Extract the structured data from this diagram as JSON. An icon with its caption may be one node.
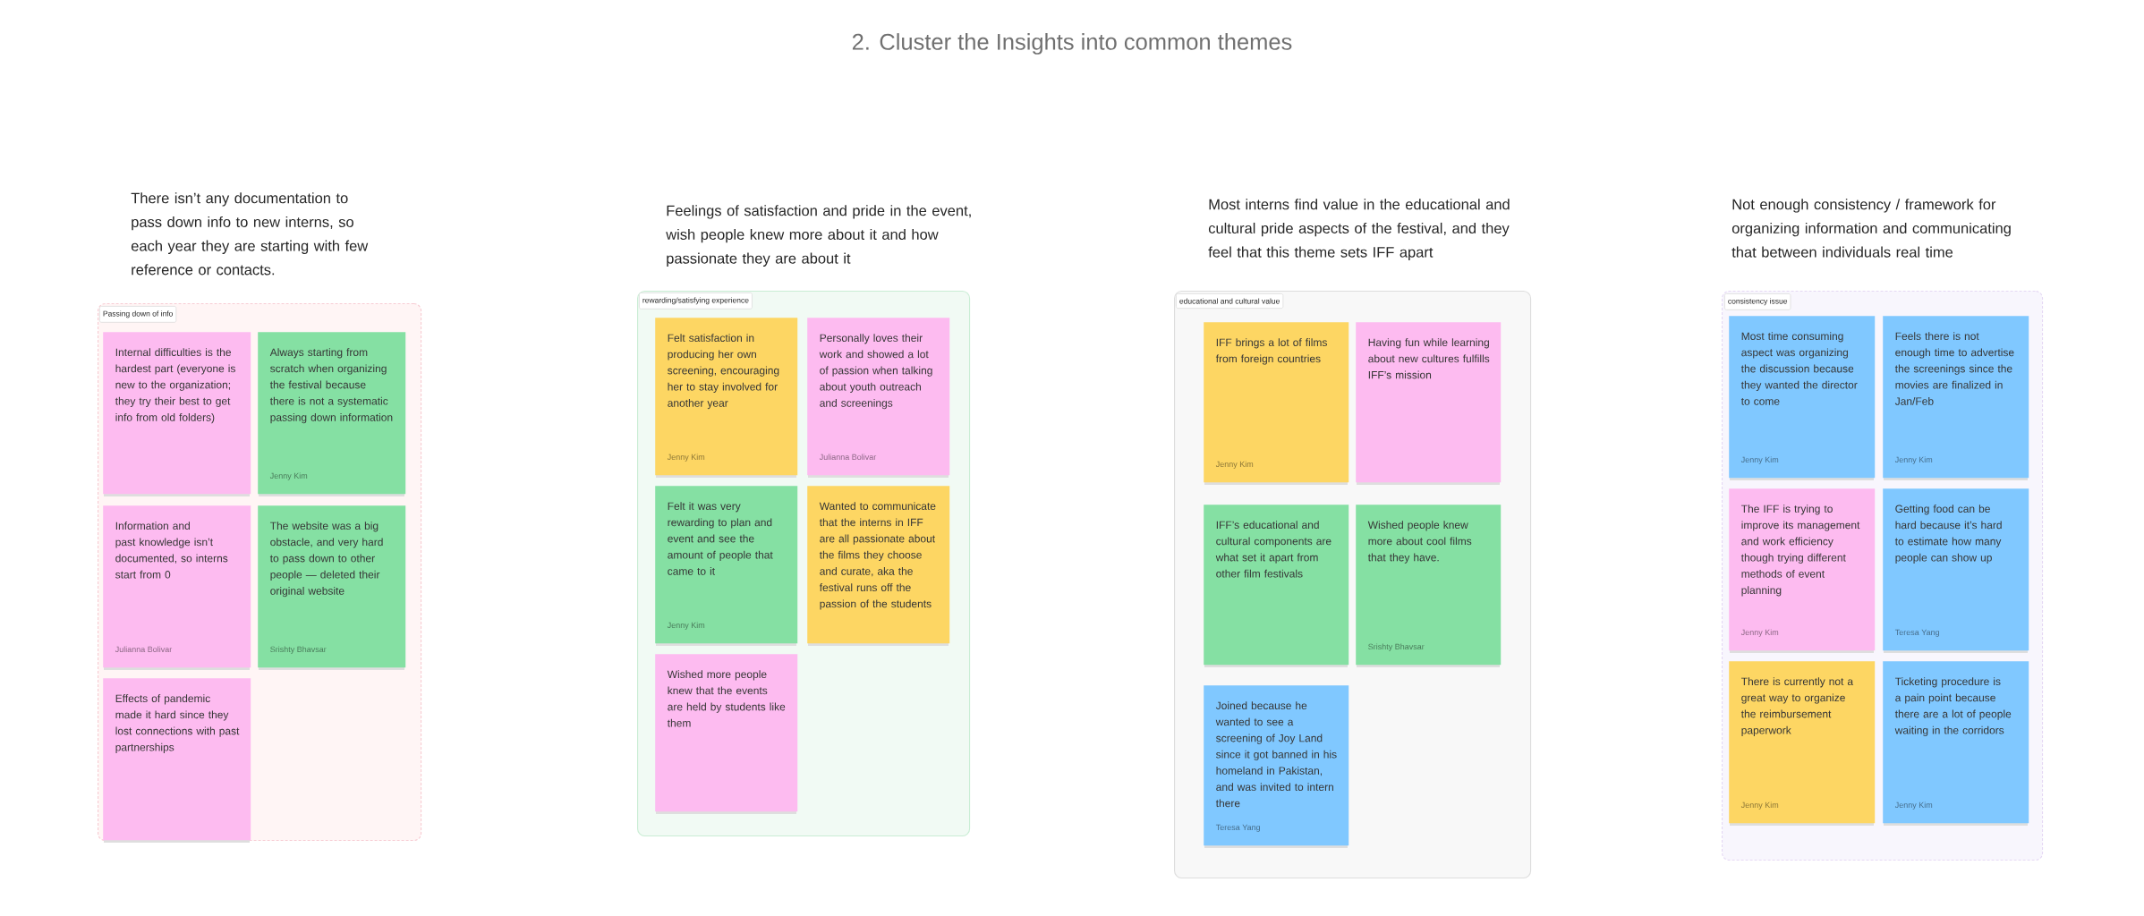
{
  "diagram": {
    "title": "2. Cluster the Insights into common themes",
    "nodes": [
      {
        "text": [
          "There isn’t any documentation to pass down info to new interns, so each year they are starting with few reference or contacts."
        ]
      },
      {
        "text": [
          "Passing down of info"
        ],
        "in": 0
      },
      {
        "text": [
          "Internal difficulties is the hardest part (everyone is new to the organization; they try their best to get info from old folders)"
        ],
        "in": 0
      },
      {
        "text": [
          "Always starting from scratch when organizing the festival because there is not a systematic passing down information",
          "Jenny Kim"
        ],
        "in": 0
      },
      {
        "text": [
          "Information and past knowledge isn’t documented, so interns start from 0",
          "Julianna Bolivar"
        ],
        "in": 0
      },
      {
        "text": [
          "The website was a big obstacle, and very hard to pass down to other people — deleted their original website",
          "Srishty Bhavsar"
        ],
        "in": 0
      },
      {
        "text": [
          "Effects of pandemic made it hard since they lost connections with past partnerships"
        ],
        "in": 0
      },
      {
        "text": [
          "Feelings of satisfaction and pride in the event, wish people knew more about it and how passionate they are about it"
        ]
      },
      {
        "text": [
          "rewarding/satisfying experience"
        ],
        "in": 7
      },
      {
        "text": [
          "Felt satisfaction in producing her own screening, encouraging her to stay involved for another year",
          "Jenny Kim"
        ],
        "in": 7
      },
      {
        "text": [
          "Personally loves their work and showed a lot of passion when talking about youth outreach and screenings",
          "Julianna Bolivar"
        ],
        "in": 7
      },
      {
        "text": [
          "Felt it was very rewarding to plan and event and see the amount of people that came to it",
          "Jenny Kim"
        ],
        "in": 7
      },
      {
        "text": [
          "Wanted to communicate that the interns in IFF are all passionate about the films they choose and curate, aka the festival runs off the passion of the students"
        ],
        "in": 7
      },
      {
        "text": [
          "Wished more people knew that the events are held by students like them"
        ],
        "in": 7
      },
      {
        "text": [
          "Most interns find value in the educational and cultural pride aspects of the festival, and they feel that this theme sets IFF apart"
        ]
      },
      {
        "text": [
          "educational and cultural value"
        ],
        "in": 14
      },
      {
        "text": [
          "IFF brings a lot of films from foreign countries",
          "Jenny Kim"
        ],
        "in": 14
      },
      {
        "text": [
          "Having fun while learning about new cultures fulfills IFF’s mission"
        ],
        "in": 14
      },
      {
        "text": [
          "IFF’s educational and cultural components are what set it apart from other film festivals"
        ],
        "in": 14
      },
      {
        "text": [
          "Wished people knew more about cool films that they have.",
          "Srishty Bhavsar"
        ],
        "in": 14
      },
      {
        "text": [
          "Joined because he wanted to see a screening of Joy Land since it got banned in his homeland in Pakistan, and was invited to intern there",
          "Teresa Yang"
        ],
        "in": 14
      },
      {
        "text": [
          "Not enough consistency / framework for organizing information and communicating that between individuals real time"
        ]
      },
      {
        "text": [
          "consistency issue"
        ],
        "in": 21
      },
      {
        "text": [
          "Most time consuming aspect was organizing the discussion because they wanted the director to come",
          "Jenny Kim"
        ],
        "in": 21
      },
      {
        "text": [
          "Feels there is not enough time to advertise the screenings since the movies are finalized in Jan/Feb",
          "Jenny Kim"
        ],
        "in": 21
      },
      {
        "text": [
          "The IFF is trying to improve its management and work efficiency though trying different methods of event planning",
          "Jenny Kim"
        ],
        "in": 21
      },
      {
        "text": [
          "Getting food can be hard because it’s hard to estimate how many people can show up",
          "Teresa Yang"
        ],
        "in": 21
      },
      {
        "text": [
          "There is currently not a great way to organize the reimbursement paperwork",
          "Jenny Kim"
        ],
        "in": 21
      },
      {
        "text": [
          "Ticketing procedure is a pain point because there are a lot of people waiting in the corridors",
          "Jenny Kim"
        ],
        "in": 21
      }
    ]
  }
}
